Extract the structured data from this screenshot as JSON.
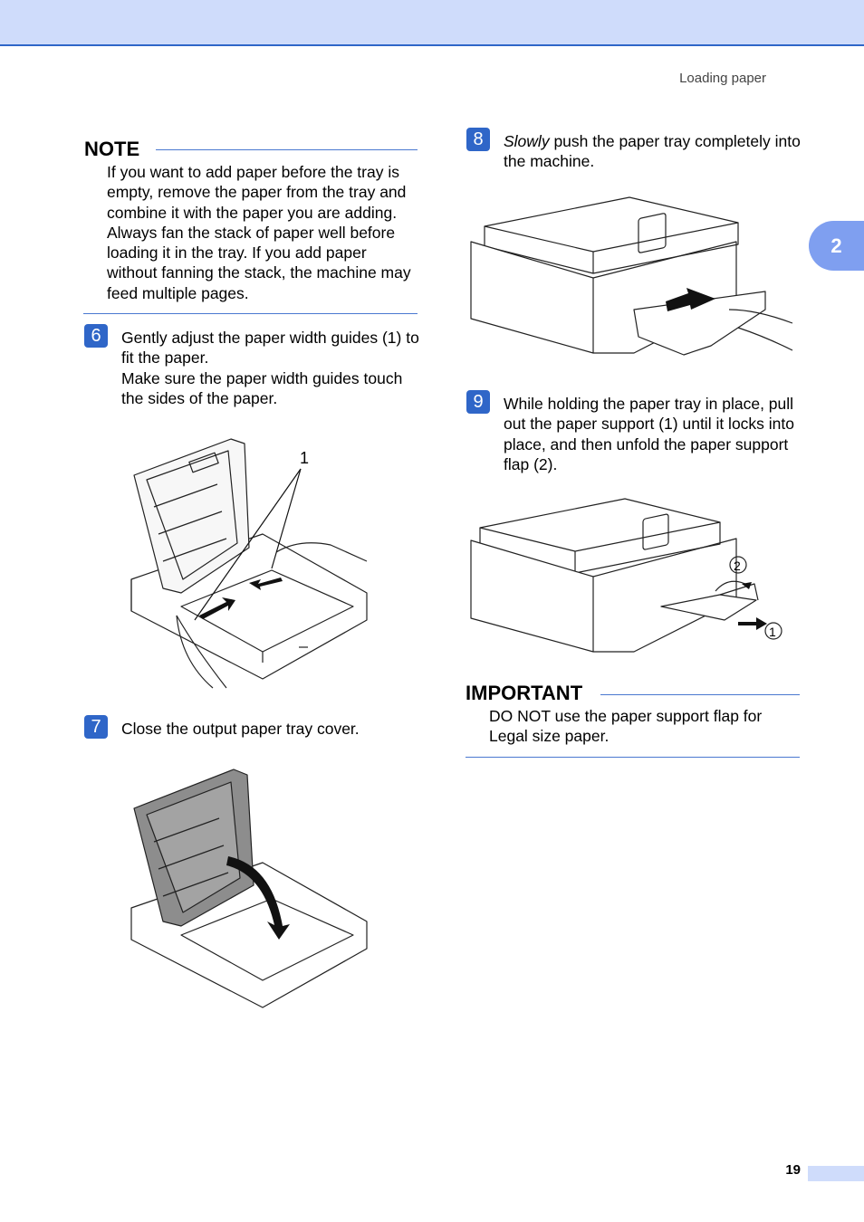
{
  "header": {
    "running_title": "Loading paper",
    "chapter_tab": "2"
  },
  "note": {
    "heading": "NOTE",
    "text": "If you want to add paper before the tray is empty, remove the paper from the tray and combine it with the paper you are adding. Always fan the stack of paper well before loading it in the tray. If you add paper without fanning the stack, the machine may feed multiple pages."
  },
  "steps": {
    "s6": {
      "number": "6",
      "text_a": "Gently adjust the paper width guides (1) to fit the paper.",
      "text_b": "Make sure the paper width guides touch the sides of the paper.",
      "callout": "1"
    },
    "s7": {
      "number": "7",
      "text": "Close the output paper tray cover."
    },
    "s8": {
      "number": "8",
      "text_emph": "Slowly",
      "text_rest": " push the paper tray completely into the machine."
    },
    "s9": {
      "number": "9",
      "text": "While holding the paper tray in place, pull out the paper support (1) until it locks into place, and then unfold the paper support flap (2).",
      "callout_1": "1",
      "callout_2": "2"
    }
  },
  "important": {
    "heading": "IMPORTANT",
    "text": "DO NOT use the paper support flap for Legal size paper."
  },
  "footer": {
    "page_number": "19"
  },
  "colors": {
    "accent": "#2f66c8",
    "header_band": "#cfdcfb",
    "tab": "#7f9ff0"
  }
}
